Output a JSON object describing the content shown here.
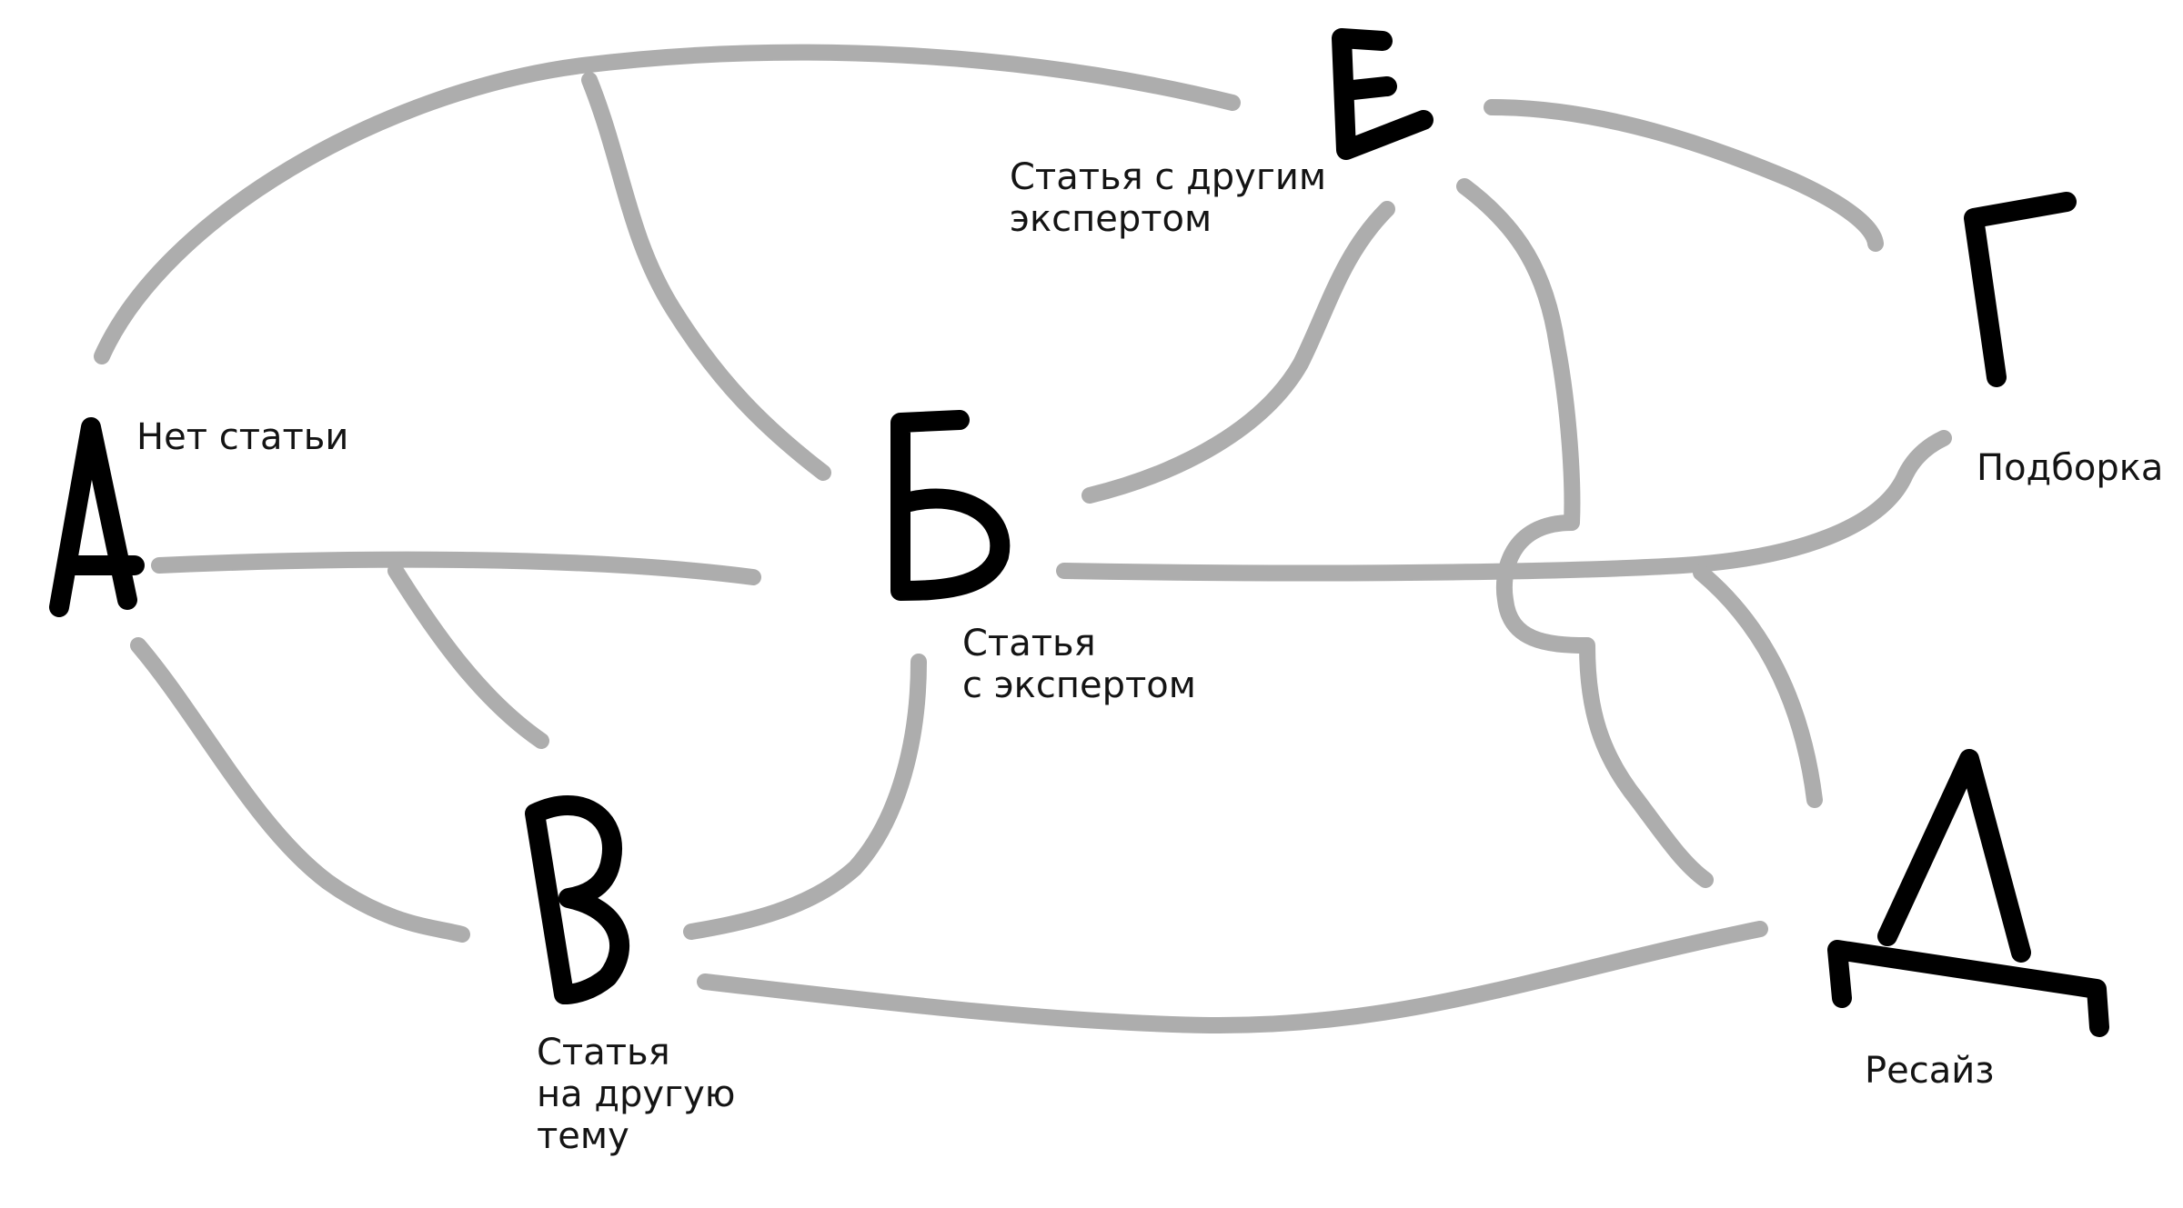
{
  "nodes": {
    "a": {
      "letter": "А",
      "label": "Нет статьи"
    },
    "b": {
      "letter": "Б",
      "label": "Статья\nс экспертом"
    },
    "v": {
      "letter": "В",
      "label": "Статья\nна другую\nтему"
    },
    "g": {
      "letter": "Г",
      "label": "Подборка"
    },
    "d": {
      "letter": "Д",
      "label": "Ресайз"
    },
    "e": {
      "letter": "Е",
      "label": "Статья с другим\nэкспертом"
    }
  },
  "colors": {
    "edge": "#adadad",
    "letter": "#000000",
    "label": "#141414",
    "background": "#ffffff"
  }
}
